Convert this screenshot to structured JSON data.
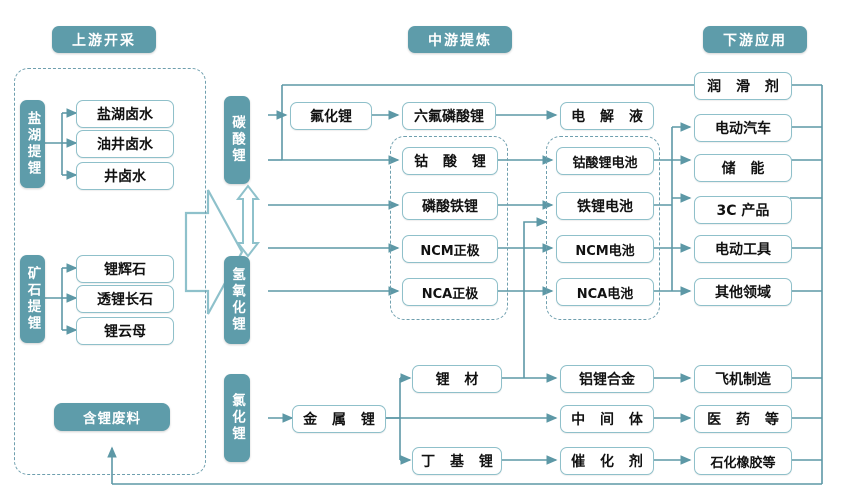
{
  "meta": {
    "title": "锂产业链图谱",
    "colors": {
      "accent": "#5e9caa",
      "box_border": "#8fc0ca",
      "line": "#5d98a6",
      "dashed": "#6f9fae",
      "text": "#111111",
      "background": "#ffffff"
    }
  },
  "headers": [
    {
      "id": "upstream",
      "label": "上游开采"
    },
    {
      "id": "midstream",
      "label": "中游提炼"
    },
    {
      "id": "downstream",
      "label": "下游应用"
    }
  ],
  "upstream": {
    "sources": [
      {
        "id": "brine",
        "tab": "盐湖提锂",
        "items": [
          "盐湖卤水",
          "油井卤水",
          "井卤水"
        ]
      },
      {
        "id": "ore",
        "tab": "矿石提锂",
        "items": [
          "锂辉石",
          "透锂长石",
          "锂云母"
        ]
      }
    ],
    "recycle_chip": "含锂废料"
  },
  "midstream": {
    "lithium_salts": [
      {
        "id": "carbonate",
        "label": "碳酸锂"
      },
      {
        "id": "hydroxide",
        "label": "氢氧化锂"
      },
      {
        "id": "chloride",
        "label": "氯化锂"
      }
    ],
    "stage_a": [
      {
        "id": "lif",
        "label": "氟化锂"
      },
      {
        "id": "lipf6",
        "label": "六氟磷酸锂"
      }
    ],
    "cathodes": [
      {
        "id": "lco",
        "label": "钴 酸 锂"
      },
      {
        "id": "lfp",
        "label": "磷酸铁锂"
      },
      {
        "id": "ncm",
        "label": "NCM正极"
      },
      {
        "id": "nca",
        "label": "NCA正极"
      }
    ],
    "electrolyte": {
      "id": "elyte",
      "label": "电 解 液"
    },
    "batteries": [
      {
        "id": "lco_batt",
        "label": "钴酸锂电池"
      },
      {
        "id": "lfp_batt",
        "label": "铁锂电池"
      },
      {
        "id": "ncm_batt",
        "label": "NCM电池"
      },
      {
        "id": "nca_batt",
        "label": "NCA电池"
      }
    ],
    "metal_branch": {
      "metal": {
        "id": "li_metal",
        "label": "金 属 锂"
      },
      "products": [
        {
          "id": "li_mat",
          "label": "锂  材"
        },
        {
          "id": "butyl_li",
          "label": "丁 基 锂"
        }
      ],
      "intermediates": [
        {
          "id": "al_li",
          "label": "铝锂合金"
        },
        {
          "id": "intermediate",
          "label": "中 间 体"
        },
        {
          "id": "catalyst",
          "label": "催 化 剂"
        }
      ]
    }
  },
  "downstream": {
    "battery_apps": [
      {
        "id": "ev",
        "label": "电动汽车"
      },
      {
        "id": "ess",
        "label": "储  能"
      },
      {
        "id": "c3",
        "label": "3C 产品"
      },
      {
        "id": "tools",
        "label": "电动工具"
      },
      {
        "id": "other",
        "label": "其他领域"
      }
    ],
    "lubricant": {
      "id": "lube",
      "label": "润 滑 剂"
    },
    "chem_apps": [
      {
        "id": "aircraft",
        "label": "飞机制造"
      },
      {
        "id": "pharma",
        "label": "医 药 等"
      },
      {
        "id": "petrorub",
        "label": "石化橡胶等"
      }
    ]
  }
}
